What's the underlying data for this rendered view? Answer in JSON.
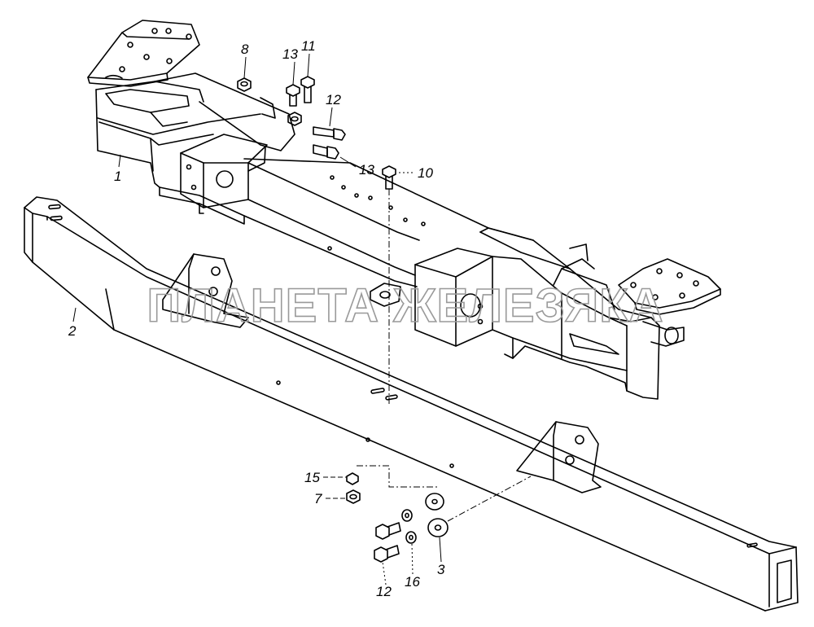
{
  "callouts": {
    "c1": "1",
    "c2": "2",
    "c3": "3",
    "c7": "7",
    "c8": "8",
    "c10": "10",
    "c11": "11",
    "c12a": "12",
    "c12b": "12",
    "c13a": "13",
    "c13b": "13",
    "c15": "15",
    "c16": "16"
  },
  "watermark": "ПЛАНЕТА ЖЕЛЕЗЯКА"
}
